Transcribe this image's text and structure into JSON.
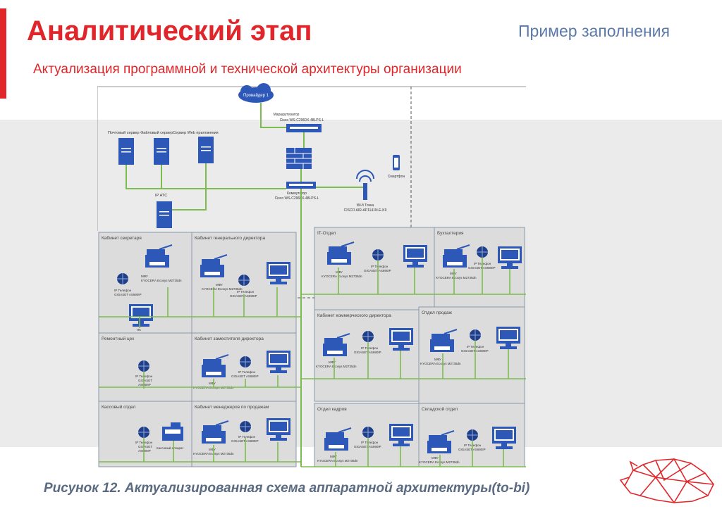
{
  "header": {
    "title": "Аналитический этап",
    "sample_label": "Пример заполнения",
    "subtitle": "Актуализация программной и технической архитектуры организации"
  },
  "caption": "Рисунок 12. Актуализированная схема аппаратной архитектуры(to-bi)",
  "diagram": {
    "cloud": "Провайдер 1",
    "router": [
      "Маршрутизатор",
      "Cisco WS-C2960X-48LPS-L"
    ],
    "switch": [
      "Коммутатор",
      "Cisco WS-C2960X-48LPS-L"
    ],
    "servers_label": "Почтовый сервер Файловый серверСервер Web приложения",
    "ip_ats": "IP АТС",
    "smartphone": "Смартфон",
    "wifi": [
      "Wi-fi Точка",
      "CISCO AIR-AP1141N-E-K9"
    ],
    "rooms": [
      {
        "name": "Кабинет секретаря"
      },
      {
        "name": "Кабинет генерального директора"
      },
      {
        "name": "IT-Отдел"
      },
      {
        "name": "Бухгалтерия"
      },
      {
        "name": "Кабинет коммерческого директора"
      },
      {
        "name": "Отдел продаж"
      },
      {
        "name": "Ремонтный цех"
      },
      {
        "name": "Кабинет заместителя директора"
      },
      {
        "name": "Кассовый отдел"
      },
      {
        "name": "Кабинет менеджеров по продажам"
      },
      {
        "name": "Отдел кадров"
      },
      {
        "name": "Складской отдел"
      }
    ],
    "labels": {
      "mfu": "МФУ",
      "mfu_model": "KYOCERA Ecosys M2735dn",
      "phone": "IP Телефон",
      "phone_model": "GIGASET AS690IP",
      "phone_brand": "GIGASET",
      "phone_short": "AS690IP",
      "pc": "ПК",
      "cash": "Кассовый аппарат"
    }
  },
  "colors": {
    "accent_red": "#e0262a",
    "device_blue": "#2d58b8",
    "link_green": "#7dbb4e",
    "room_bg": "#dcdcdc"
  }
}
